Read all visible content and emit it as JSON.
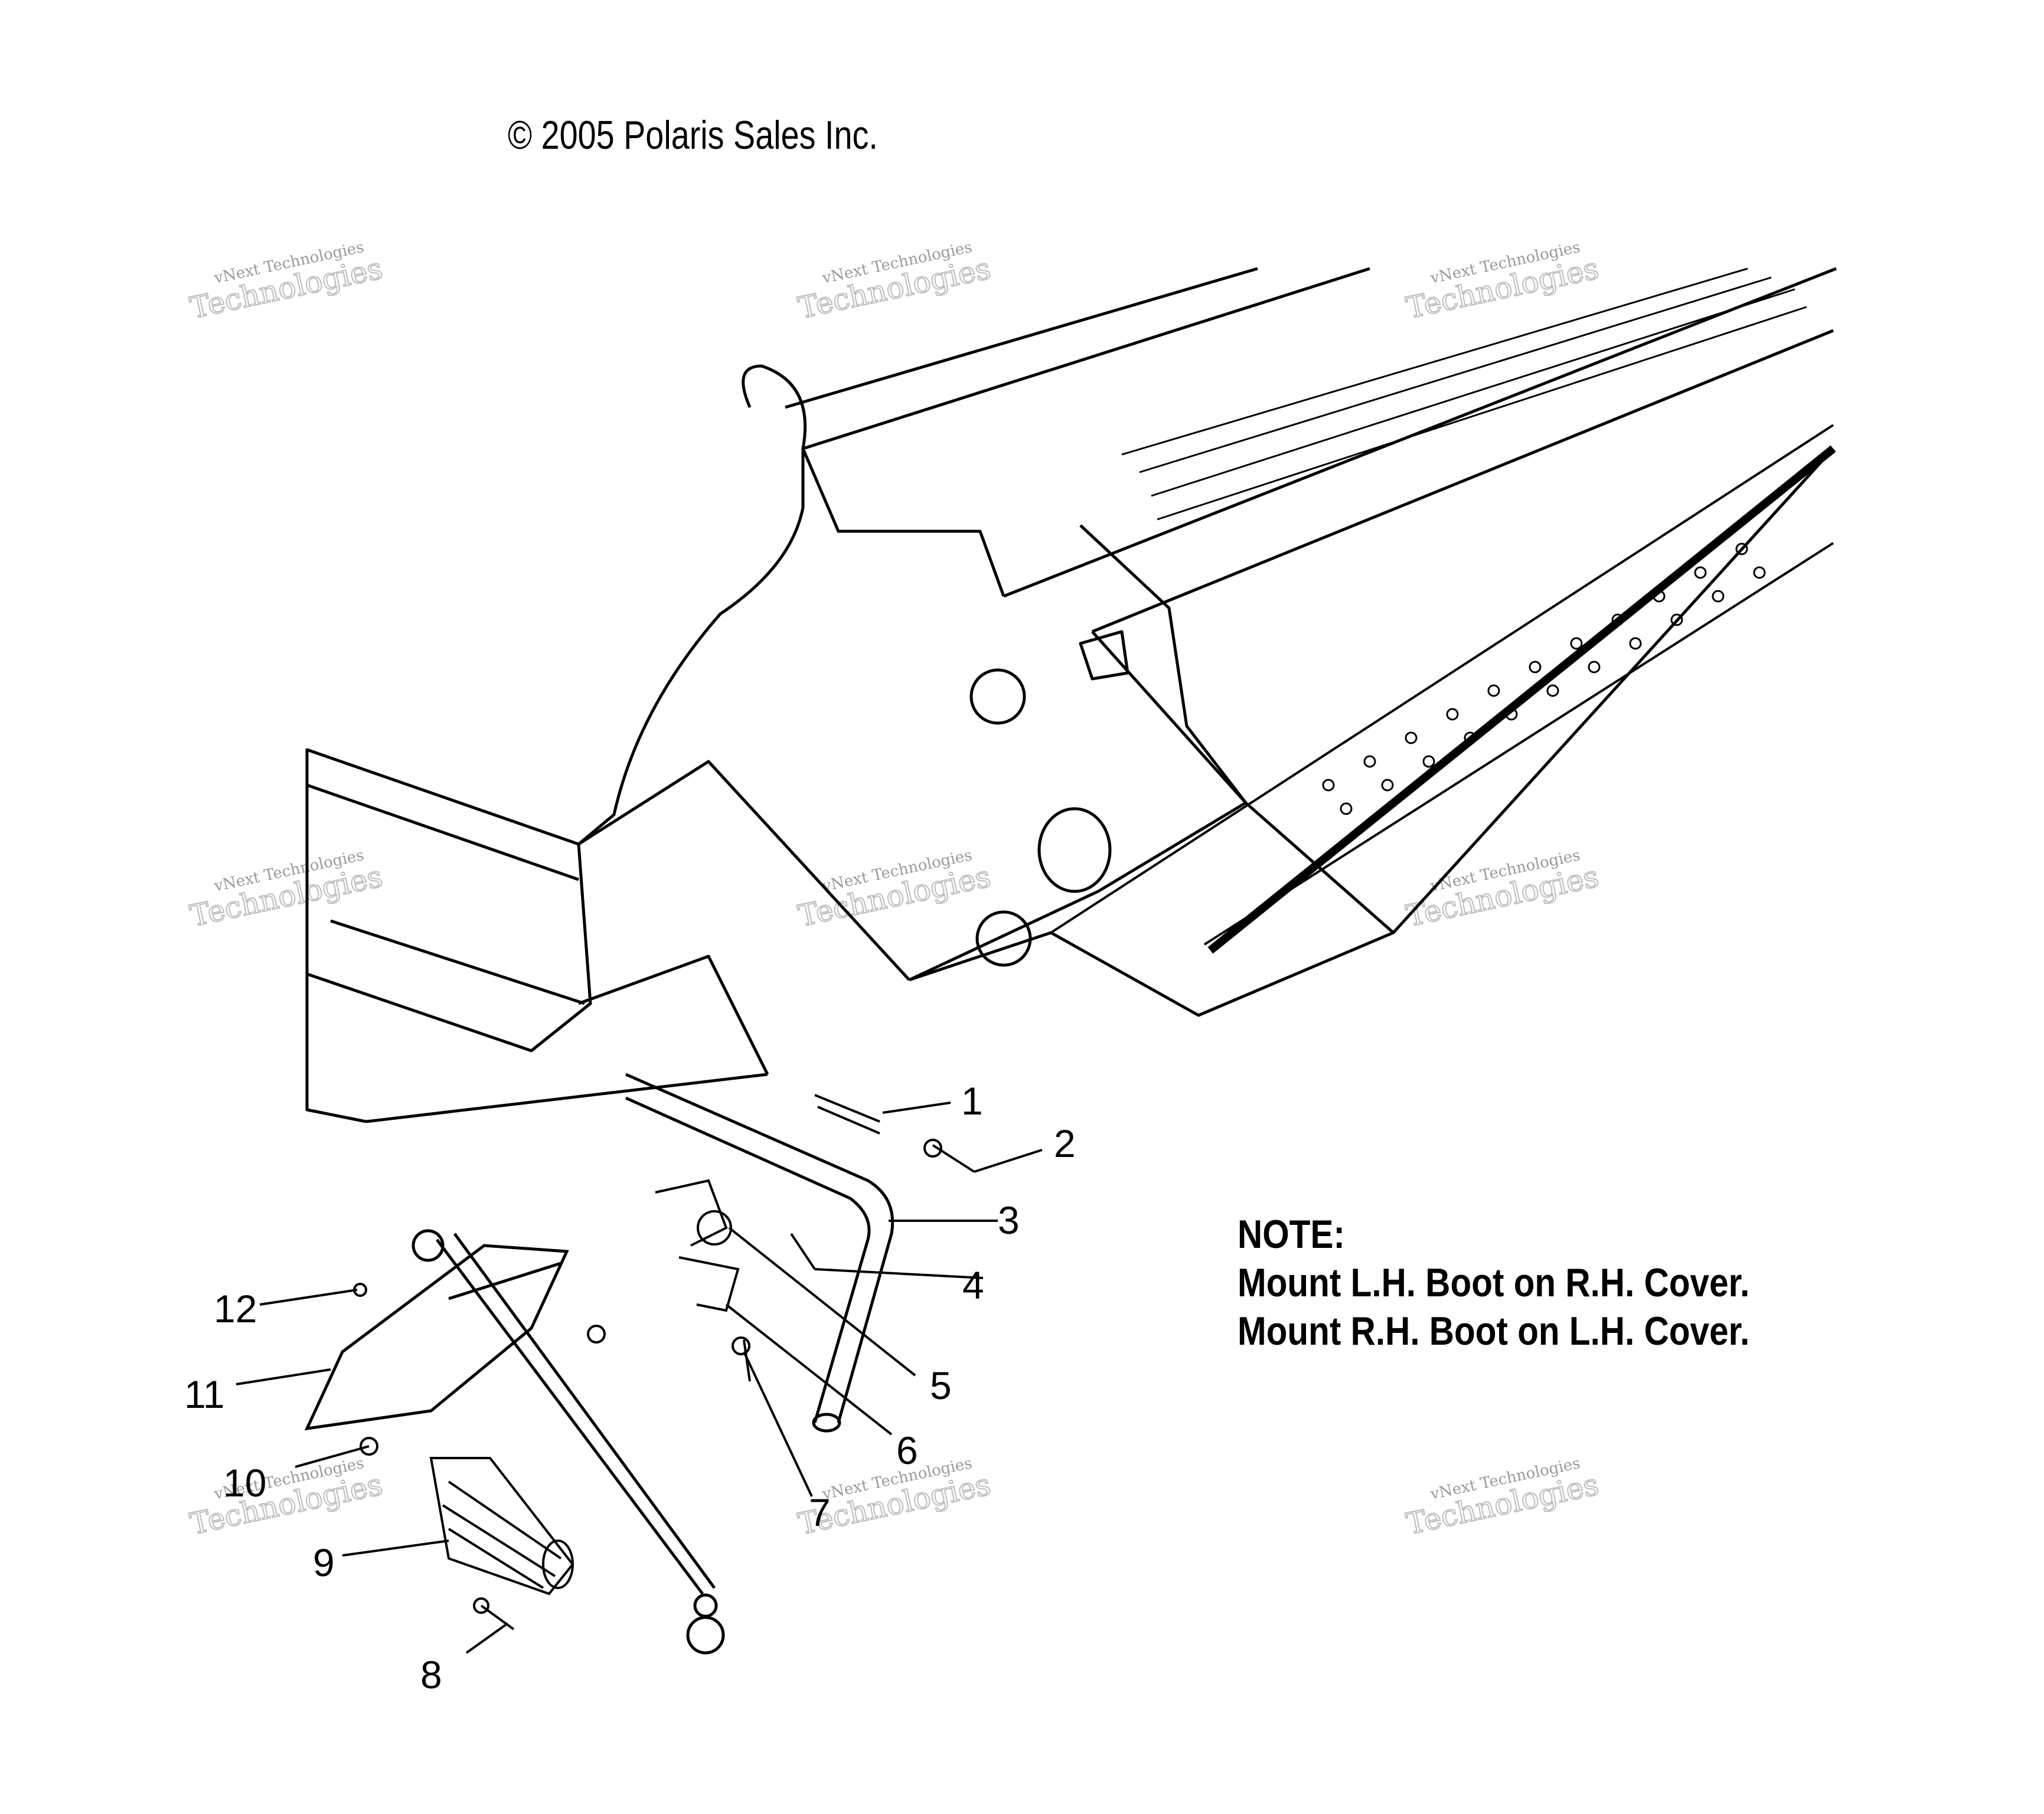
{
  "copyright": "© 2005 Polaris Sales Inc.",
  "note": {
    "heading": "NOTE:",
    "line1": "Mount L.H. Boot on R.H. Cover.",
    "line2": "Mount R.H. Boot on L.H. Cover."
  },
  "watermark": {
    "line1": "vNext Technologies",
    "line2": "vNext",
    "line3": "Technologies"
  },
  "callouts": [
    "1",
    "2",
    "3",
    "4",
    "5",
    "6",
    "7",
    "8",
    "9",
    "10",
    "11",
    "12"
  ],
  "icons": [
    "tunnel-chassis-icon",
    "bumper-rail-icon",
    "steering-post-icon",
    "boot-icon",
    "bracket-icon",
    "rivet-icon"
  ]
}
